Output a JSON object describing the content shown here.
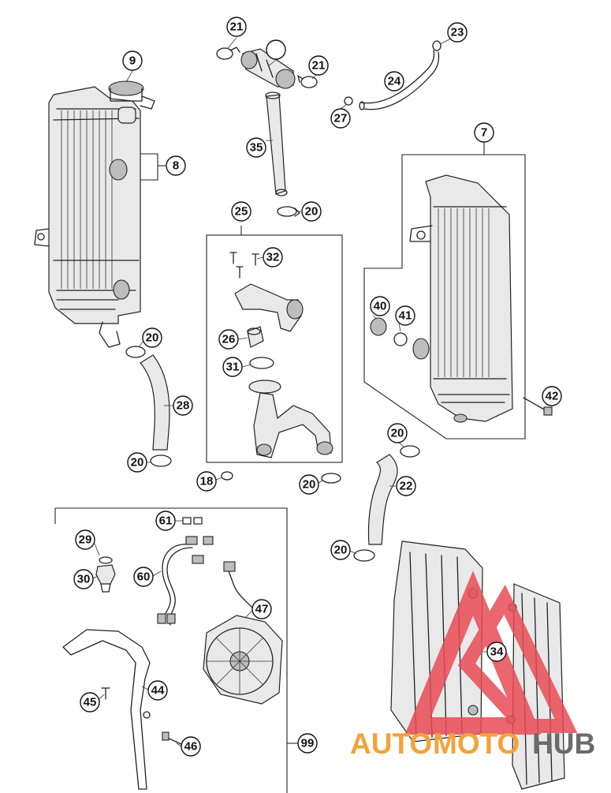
{
  "diagram": {
    "callouts": {
      "c7": "7",
      "c8": "8",
      "c9": "9",
      "c18": "18",
      "c20a": "20",
      "c20b": "20",
      "c20c": "20",
      "c20d": "20",
      "c20e": "20",
      "c20f": "20",
      "c21a": "21",
      "c21b": "21",
      "c22": "22",
      "c23": "23",
      "c24": "24",
      "c25": "25",
      "c26": "26",
      "c27": "27",
      "c28": "28",
      "c29": "29",
      "c30": "30",
      "c31": "31",
      "c32": "32",
      "c34": "34",
      "c35": "35",
      "c40": "40",
      "c41": "41",
      "c42": "42",
      "c44": "44",
      "c45": "45",
      "c46": "46",
      "c47": "47",
      "c60": "60",
      "c61": "61",
      "c99": "99"
    }
  },
  "watermark": {
    "text_part1": "AUTO",
    "text_part2": "MOTO",
    "text_part3": "HUB",
    "color_red": "#e84c55",
    "color_orange": "#f2a33a",
    "color_grey": "#6b6b6b"
  }
}
